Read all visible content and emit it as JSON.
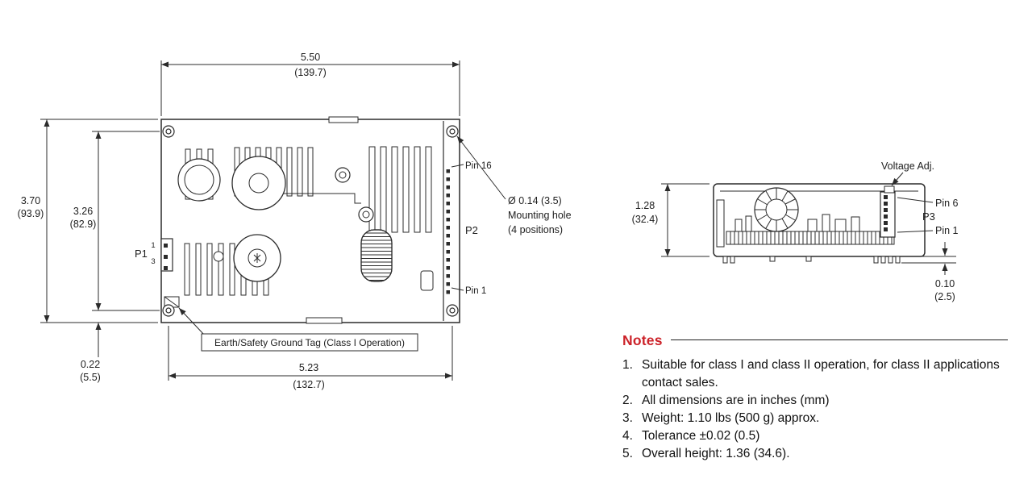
{
  "colors": {
    "accent_red": "#cc2229",
    "line": "#2b2b2b"
  },
  "top_view": {
    "dims": {
      "width_top_in": "5.50",
      "width_top_mm": "(139.7)",
      "height_outer_in": "3.70",
      "height_outer_mm": "(93.9)",
      "height_inner_in": "3.26",
      "height_inner_mm": "(82.9)",
      "offset_bottom_in": "0.22",
      "offset_bottom_mm": "(5.5)",
      "width_bottom_in": "5.23",
      "width_bottom_mm": "(132.7)"
    },
    "labels": {
      "p1": "P1",
      "p1_pin1": "1",
      "p1_pin3": "3",
      "p2": "P2",
      "pin16": "Pin 16",
      "pin1": "Pin 1"
    },
    "callouts": {
      "hole_dia": "Ø 0.14 (3.5)",
      "hole_line2": "Mounting hole",
      "hole_line3": "(4 positions)",
      "ground_tag": "Earth/Safety Ground Tag (Class I Operation)"
    }
  },
  "side_view": {
    "dims": {
      "height_in": "1.28",
      "height_mm": "(32.4)",
      "pin_in": "0.10",
      "pin_mm": "(2.5)"
    },
    "labels": {
      "voltage_adj": "Voltage Adj.",
      "pin6": "Pin 6",
      "p3": "P3",
      "pin1": "Pin 1"
    }
  },
  "notes": {
    "title": "Notes",
    "items": [
      {
        "num": "1.",
        "text": "Suitable for class I and class II operation, for class II applications contact sales."
      },
      {
        "num": "2.",
        "text": "All dimensions are in inches (mm)"
      },
      {
        "num": "3.",
        "text": "Weight: 1.10 lbs (500 g) approx."
      },
      {
        "num": "4.",
        "text": "Tolerance ±0.02 (0.5)"
      },
      {
        "num": "5.",
        "text": "Overall height: 1.36 (34.6)."
      }
    ]
  }
}
